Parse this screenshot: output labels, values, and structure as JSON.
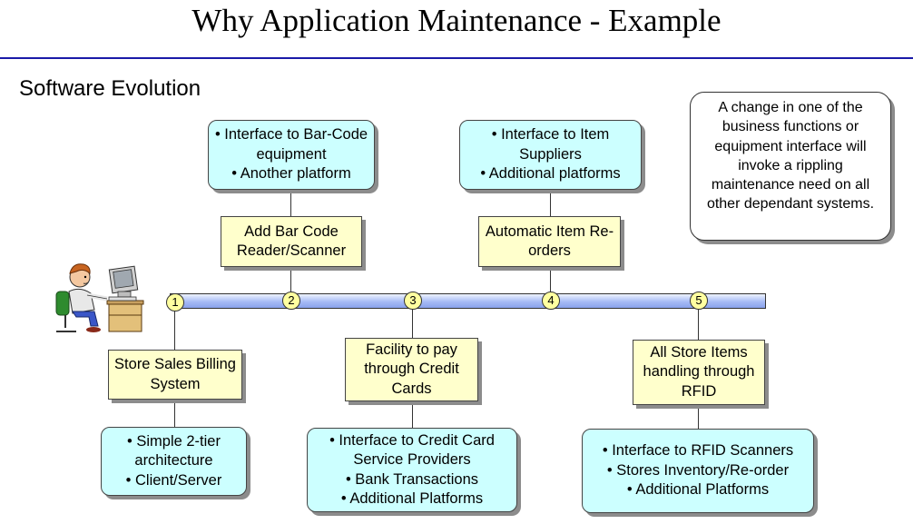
{
  "title": "Why Application Maintenance - Example",
  "subtitle": "Software Evolution",
  "note": "A change in one of the business functions or equipment interface will invoke a rippling maintenance need on all other dependant systems.",
  "milestones": [
    {
      "num": "1",
      "label": "Store Sales Billing System",
      "details": [
        "• Simple 2-tier architecture",
        "• Client/Server"
      ]
    },
    {
      "num": "2",
      "label": "Add Bar Code Reader/Scanner",
      "details": [
        "• Interface to Bar-Code equipment",
        "• Another platform"
      ]
    },
    {
      "num": "3",
      "label": "Facility to pay through Credit Cards",
      "details": [
        "• Interface to Credit Card Service Providers",
        "• Bank Transactions",
        "• Additional Platforms"
      ]
    },
    {
      "num": "4",
      "label": "Automatic Item Re-orders",
      "details": [
        "• Interface to Item Suppliers",
        "• Additional platforms"
      ]
    },
    {
      "num": "5",
      "label": "All Store Items handling through RFID",
      "details": [
        "• Interface to RFID Scanners",
        "• Stores Inventory/Re-order",
        "• Additional Platforms"
      ]
    }
  ],
  "colors": {
    "detail_fill": "#ccffff",
    "label_fill": "#ffffcc",
    "timeline": "#a7bbf5",
    "rule": "#1a1aa8"
  },
  "icons": {
    "person": "person-at-computer-icon"
  }
}
